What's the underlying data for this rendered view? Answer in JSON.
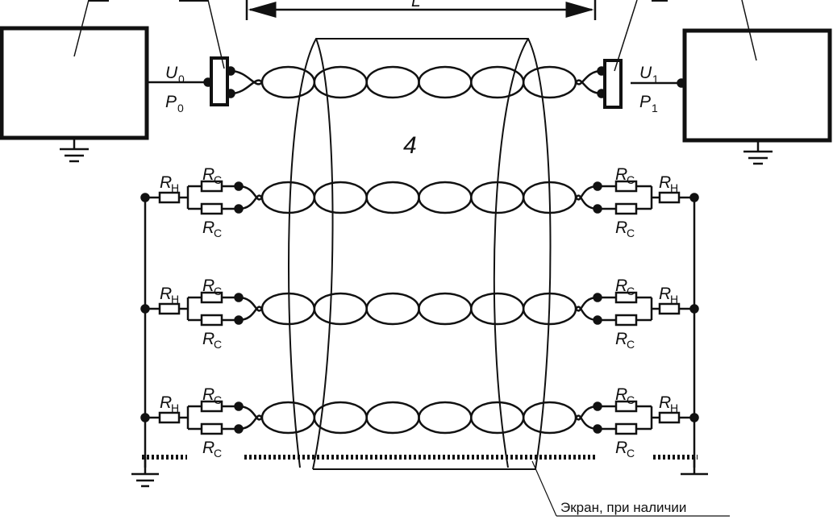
{
  "labels": {
    "length": "L",
    "cable_number": "4",
    "u0": "U",
    "u0_sub": "0",
    "p0": "P",
    "p0_sub": "0",
    "u1": "U",
    "u1_sub": "1",
    "p1": "P",
    "p1_sub": "1",
    "rh": "R",
    "rh_sub": "Н",
    "rc": "R",
    "rc_sub": "C",
    "shield_caption": "Экран, при наличии"
  },
  "pairs": {
    "count": 4,
    "loaded_pairs": 3,
    "twists_per_pair": 6
  }
}
